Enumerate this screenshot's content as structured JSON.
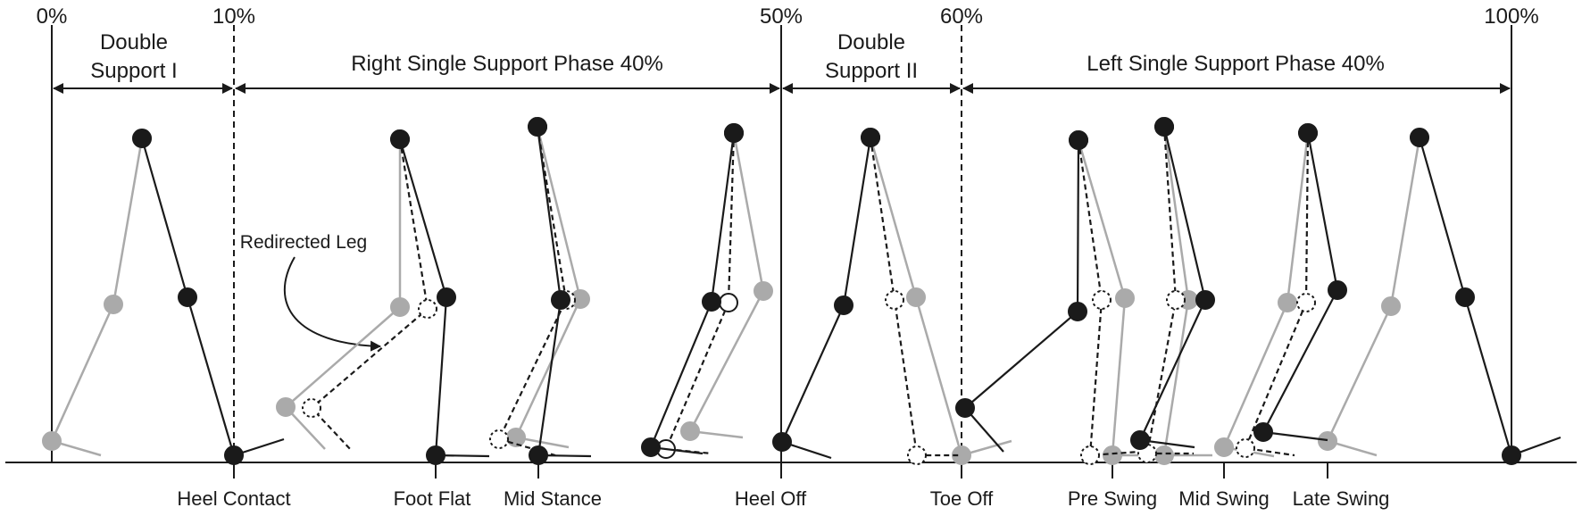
{
  "percent_markers": [
    {
      "id": "p0",
      "label": "0%",
      "line": "solid"
    },
    {
      "id": "p10",
      "label": "10%",
      "line": "dashed"
    },
    {
      "id": "p50",
      "label": "50%",
      "line": "solid"
    },
    {
      "id": "p60",
      "label": "60%",
      "line": "dashed"
    },
    {
      "id": "p100",
      "label": "100%",
      "line": "solid"
    }
  ],
  "phases": [
    {
      "id": "double-support-1",
      "lines": [
        "Double",
        "Support I"
      ]
    },
    {
      "id": "right-single-support",
      "lines": [
        "Right Single Support Phase 40%"
      ]
    },
    {
      "id": "double-support-2",
      "lines": [
        "Double",
        "Support II"
      ]
    },
    {
      "id": "left-single-support",
      "lines": [
        "Left Single Support Phase 40%"
      ]
    }
  ],
  "events": [
    {
      "id": "heel-contact",
      "label": "Heel Contact"
    },
    {
      "id": "foot-flat",
      "label": "Foot Flat"
    },
    {
      "id": "mid-stance",
      "label": "Mid Stance"
    },
    {
      "id": "heel-off",
      "label": "Heel Off"
    },
    {
      "id": "toe-off",
      "label": "Toe Off"
    },
    {
      "id": "pre-swing",
      "label": "Pre Swing"
    },
    {
      "id": "mid-swing",
      "label": "Mid Swing"
    },
    {
      "id": "late-swing",
      "label": "Late Swing"
    }
  ],
  "annotation": {
    "label": "Redirected Leg"
  },
  "colors": {
    "stance_leg": "#1a1a1a",
    "swing_leg": "#aaaaaa",
    "redirected_leg_outline": "#1a1a1a",
    "redirected_leg_fill": "#ffffff",
    "ground": "#1a1a1a"
  }
}
